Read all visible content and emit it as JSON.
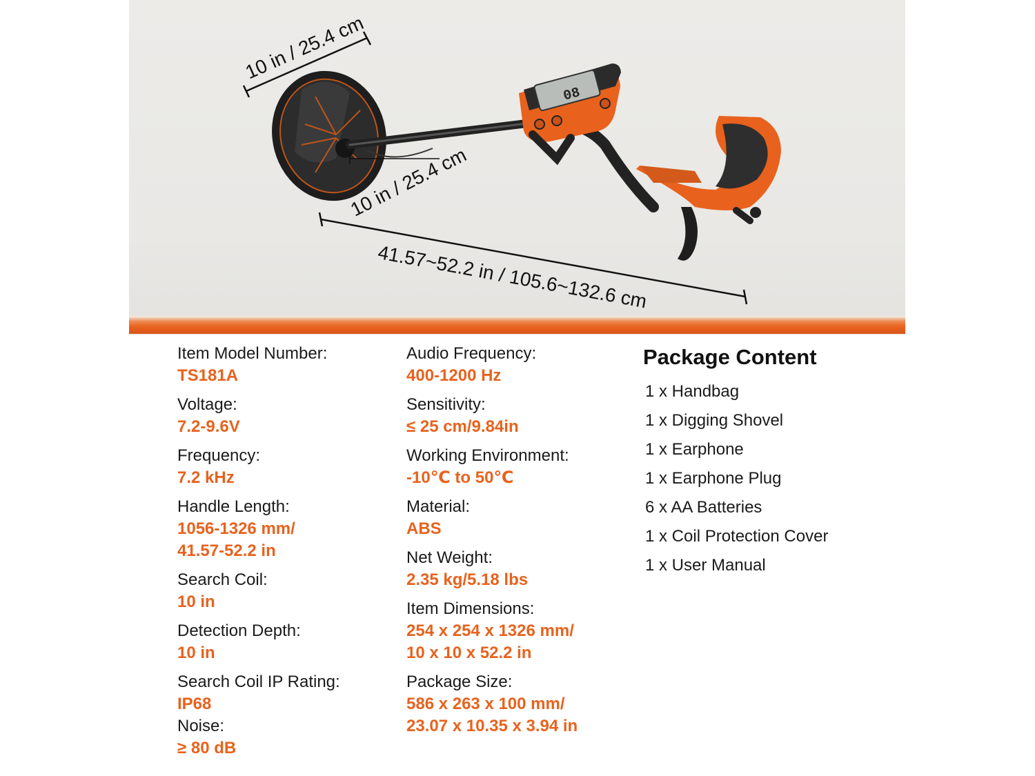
{
  "dimensions": {
    "coil_top": "10 in / 25.4 cm",
    "coil_side": "10 in / 25.4 cm",
    "length": "41.57~52.2 in / 105.6~132.6 cm"
  },
  "device_screen": {
    "reading": "08"
  },
  "specs_left": [
    {
      "label": "Item Model Number:",
      "values": [
        "TS181A"
      ]
    },
    {
      "label": "Voltage:",
      "values": [
        "7.2-9.6V"
      ]
    },
    {
      "label": "Frequency:",
      "values": [
        "7.2 kHz"
      ]
    },
    {
      "label": "Handle Length:",
      "values": [
        "1056-1326 mm/",
        "41.57-52.2 in"
      ]
    },
    {
      "label": "Search Coil:",
      "values": [
        "10 in"
      ]
    },
    {
      "label": "Detection Depth:",
      "values": [
        "10 in"
      ]
    },
    {
      "label": "Search Coil IP Rating:",
      "values": [
        "IP68"
      ]
    },
    {
      "label": "Noise:",
      "values": [
        "≥ 80 dB"
      ]
    }
  ],
  "specs_right": [
    {
      "label": "Audio Frequency:",
      "values": [
        "400-1200 Hz"
      ]
    },
    {
      "label": "Sensitivity:",
      "values": [
        "≤ 25 cm/9.84in"
      ]
    },
    {
      "label": "Working Environment:",
      "values": [
        "-10℃ to 50℃"
      ]
    },
    {
      "label": "Material:",
      "values": [
        "ABS"
      ]
    },
    {
      "label": "Net Weight:",
      "values": [
        "2.35 kg/5.18 lbs"
      ]
    },
    {
      "label": "Item Dimensions:",
      "values": [
        "254 x 254 x 1326 mm/",
        "10 x 10 x 52.2 in"
      ]
    },
    {
      "label": "Package Size:",
      "values": [
        "586 x 263 x 100 mm/",
        "23.07 x 10.35 x 3.94 in"
      ]
    }
  ],
  "package": {
    "title": "Package Content",
    "items": [
      "1 x Handbag",
      "1 x Digging Shovel",
      "1 x Earphone",
      "1 x Earphone Plug",
      "6 x AA Batteries",
      "1 x Coil Protection Cover",
      "1 x User Manual"
    ]
  },
  "colors": {
    "accent": "#e8621d",
    "text": "#1a1a1a",
    "hero_bg": "#ebeae7"
  }
}
